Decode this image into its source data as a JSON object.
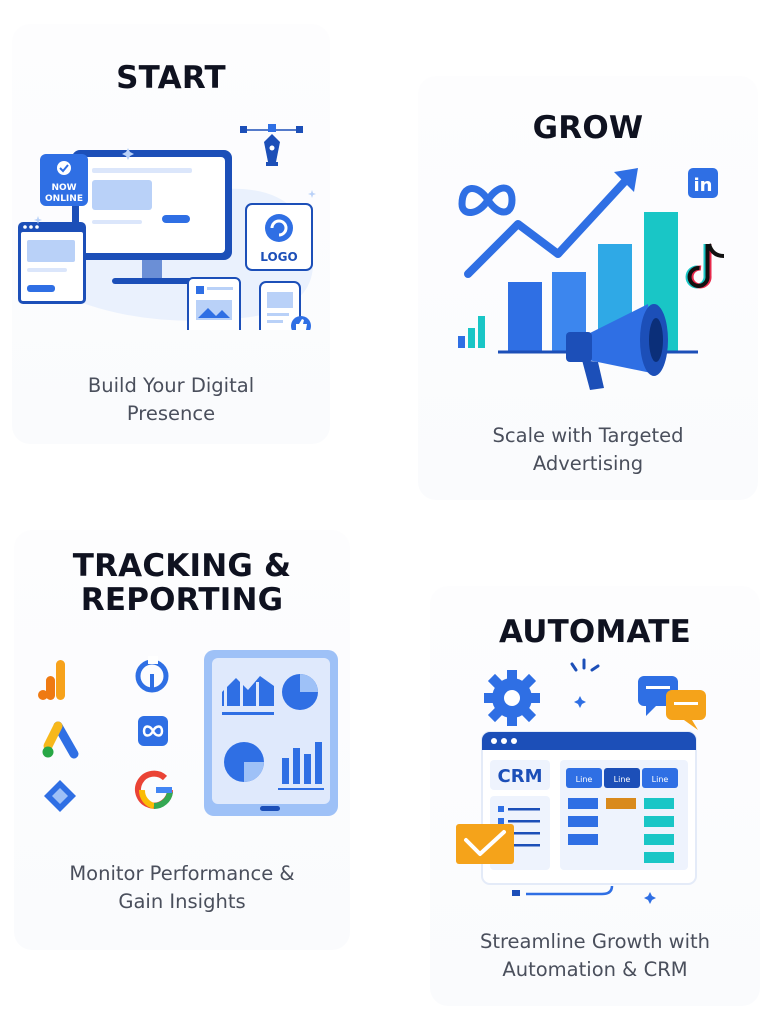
{
  "cards": {
    "start": {
      "title": "START",
      "subtitle_line1": "Build Your Digital",
      "subtitle_line2": "Presence",
      "badge_line1": "NOW",
      "badge_line2": "ONLINE",
      "logo_text": "LOGO"
    },
    "grow": {
      "title": "GROW",
      "subtitle_line1": "Scale with Targeted",
      "subtitle_line2": "Advertising",
      "linkedin_text": "in"
    },
    "tracking": {
      "title_line1": "TRACKING &",
      "title_line2": "REPORTING",
      "subtitle_line1": "Monitor Performance &",
      "subtitle_line2": "Gain Insights"
    },
    "automate": {
      "title": "AUTOMATE",
      "subtitle_line1": "Streamline Growth with",
      "subtitle_line2": "Automation & CRM",
      "crm_label": "CRM",
      "columns": [
        "Line",
        "Line",
        "Line"
      ]
    }
  },
  "colors": {
    "primary_blue": "#2f6fe4",
    "dark_blue": "#1c4fb8",
    "light_blue": "#cfe0fb",
    "teal": "#19c6c6",
    "orange": "#f5a31a",
    "text_dark": "#0f1220",
    "text_gray": "#4a4f5c"
  }
}
